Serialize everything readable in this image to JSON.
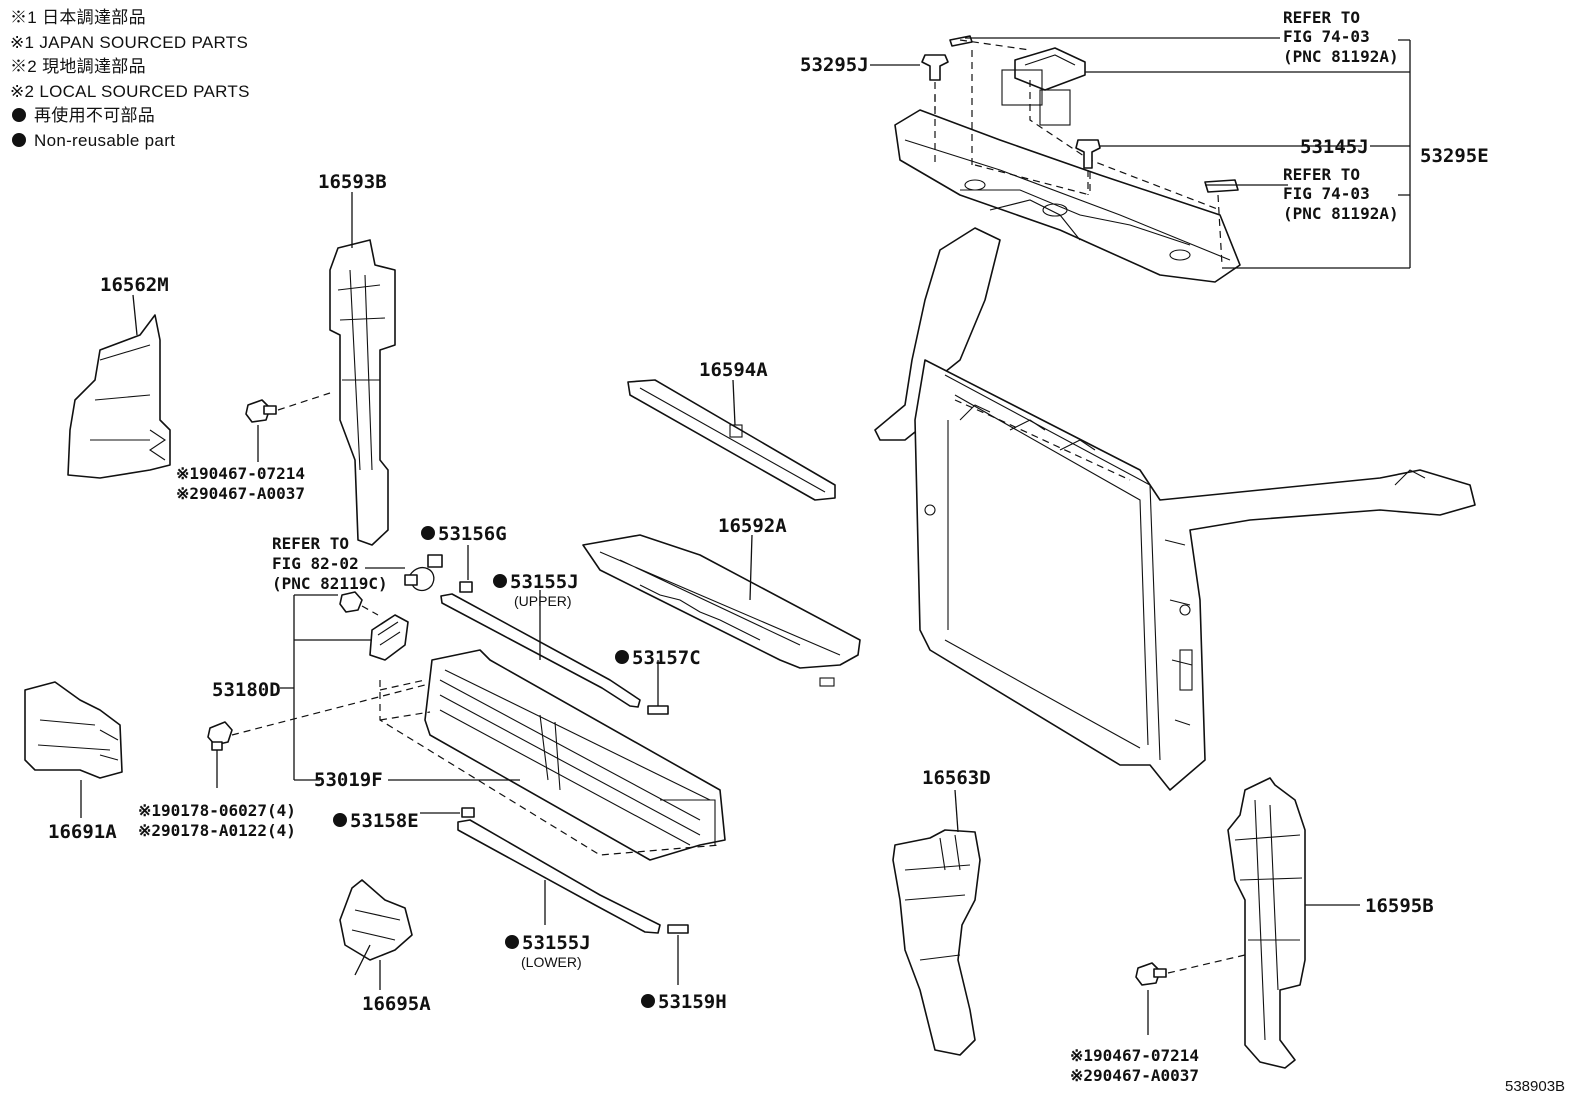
{
  "legend": {
    "note1_jp": "※1 日本調達部品",
    "note1_en": "※1 JAPAN SOURCED PARTS",
    "note2_jp": "※2 現地調達部品",
    "note2_en": "※2 LOCAL SOURCED PARTS",
    "nonreuse_jp": "再使用不可部品",
    "nonreuse_en": "Non-reusable part"
  },
  "labels": {
    "p16593B": "16593B",
    "p16562M": "16562M",
    "p16594A": "16594A",
    "p16592A": "16592A",
    "p53156G": "53156G",
    "p53155J_upper": "53155J",
    "upper": "(UPPER)",
    "p53157C": "53157C",
    "p53180D": "53180D",
    "p53019F": "53019F",
    "p53158E": "53158E",
    "p53155J_lower": "53155J",
    "lower": "(LOWER)",
    "p53159H": "53159H",
    "p16691A": "16691A",
    "p16695A": "16695A",
    "p16563D": "16563D",
    "p16595B": "16595B",
    "p53295J": "53295J",
    "p53145J": "53145J",
    "p53295E": "53295E",
    "bolt1_a": "※190467-07214",
    "bolt1_b": "※290467-A0037",
    "clip_a": "※190178-06027(4)",
    "clip_b": "※290178-A0122(4)",
    "bolt2_a": "※190467-07214",
    "bolt2_b": "※290467-A0037",
    "ref82_1": "REFER TO",
    "ref82_2": "FIG 82-02",
    "ref82_3": "(PNC 82119C)",
    "ref74a_1": "REFER TO",
    "ref74a_2": "FIG 74-03",
    "ref74a_3": "(PNC 81192A)",
    "ref74b_1": "REFER TO",
    "ref74b_2": "FIG 74-03",
    "ref74b_3": "(PNC 81192A)",
    "figure_id": "538903B"
  }
}
